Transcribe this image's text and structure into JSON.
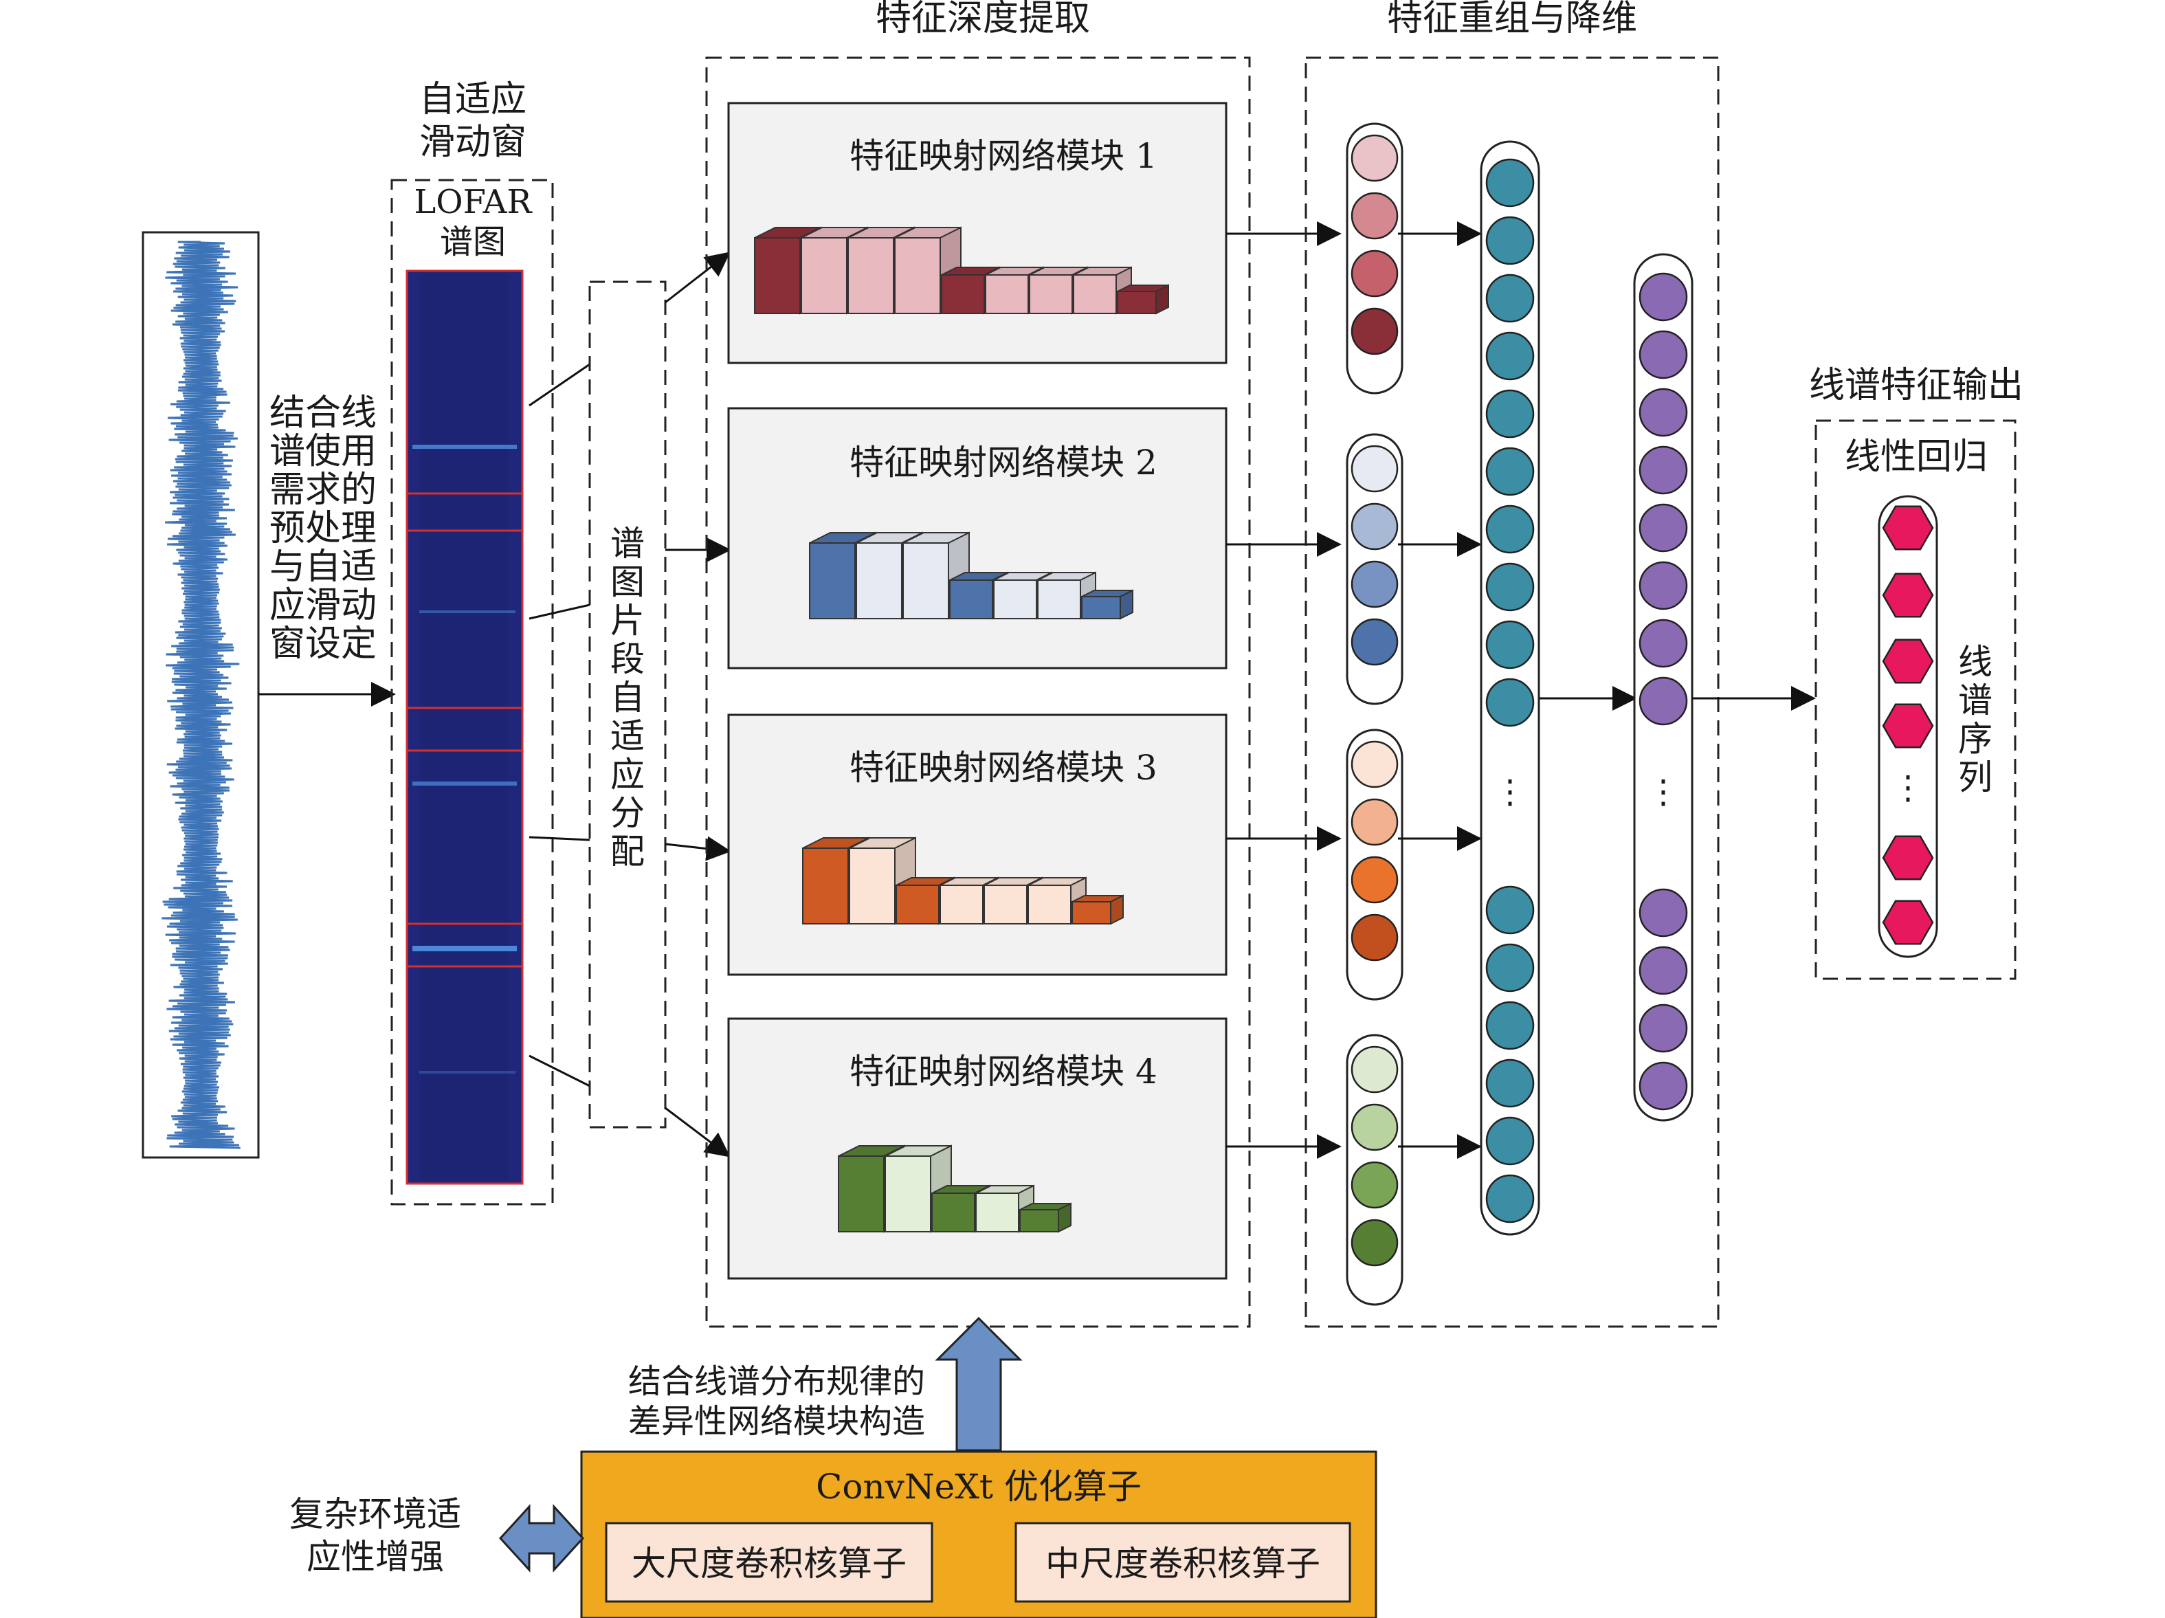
{
  "left_caption": [
    "结合线",
    "谱使用",
    "需求的",
    "预处理",
    "与自适",
    "应滑动",
    "窗设定"
  ],
  "window_title": [
    "自适应",
    "滑动窗"
  ],
  "lofar_label": [
    "LOFAR",
    "谱图"
  ],
  "segment_alloc_label": [
    "谱",
    "图",
    "片",
    "段",
    "自",
    "适",
    "应",
    "分",
    "配"
  ],
  "extraction": {
    "title": "特征深度提取",
    "modules": [
      {
        "label": "特征映射网络模块 1",
        "dark": "#8a2f38",
        "light": "#e9b9c0"
      },
      {
        "label": "特征映射网络模块 2",
        "dark": "#4e72aa",
        "light": "#e6eaf2"
      },
      {
        "label": "特征映射网络模块 3",
        "dark": "#cf5a24",
        "light": "#fbe3d5"
      },
      {
        "label": "特征映射网络模块 4",
        "dark": "#567f34",
        "light": "#e3efd9"
      }
    ]
  },
  "reorg": {
    "title": "特征重组与降维",
    "node_colors": [
      [
        "#eac3c9",
        "#d48890",
        "#c4616b",
        "#8a2f38"
      ],
      [
        "#e6eaf2",
        "#a8b9d6",
        "#7893c2",
        "#4e72aa"
      ],
      [
        "#fbe3d5",
        "#f2b28f",
        "#e9732d",
        "#c2501e"
      ],
      [
        "#dde9d0",
        "#b8d3a0",
        "#7ba556",
        "#567f34"
      ]
    ],
    "teal": "#3b8ea3",
    "purple": "#8a6bb3",
    "ellipsis": "⋮"
  },
  "output": {
    "title": "线谱特征输出",
    "regression": "线性回归",
    "sequence": [
      "线",
      "谱",
      "序",
      "列"
    ],
    "node_color": "#e8185f"
  },
  "bottom": {
    "note": [
      "结合线谱分布规律的",
      "差异性网络模块构造"
    ],
    "operator_title": "ConvNeXt 优化算子",
    "large_kernel": "大尺度卷积核算子",
    "mid_kernel": "中尺度卷积核算子",
    "env": [
      "复杂环境适",
      "应性增强"
    ],
    "orange": "#f0a81e",
    "arrow_blue": "#6a8fc4"
  }
}
